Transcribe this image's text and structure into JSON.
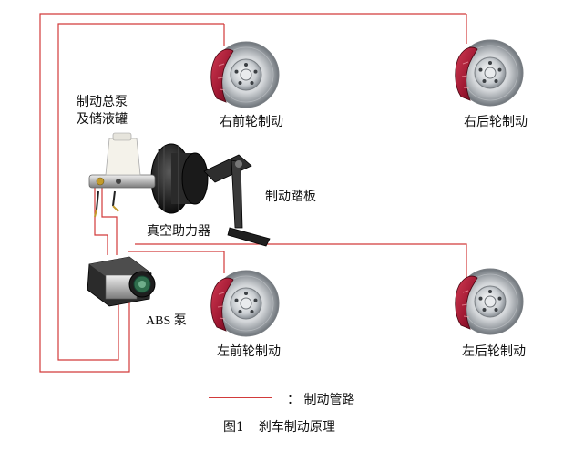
{
  "title_figure": {
    "number": "图1",
    "title": "刹车制动原理"
  },
  "labels": {
    "master_cylinder_line1": "制动总泵",
    "master_cylinder_line2": "及储液罐",
    "right_front": "右前轮制动",
    "right_rear": "右后轮制动",
    "pedal": "制动踏板",
    "booster": "真空助力器",
    "abs_pump": "ABS 泵",
    "left_front": "左前轮制动",
    "left_rear": "左后轮制动"
  },
  "legend": {
    "text": "：  制动管路",
    "line_color": "#d23a3a"
  },
  "colors": {
    "brake_line": "#d23a3a",
    "caliper": "#a0182e",
    "disc": "#c8ccd0"
  }
}
